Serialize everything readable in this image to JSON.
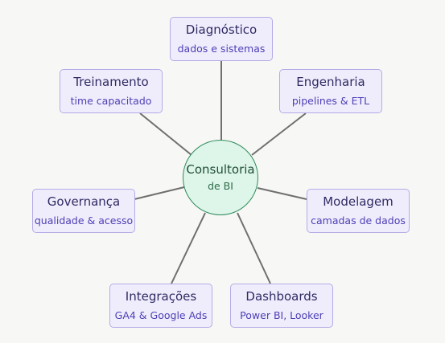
{
  "hub": {
    "title": "Consultoria",
    "subtitle": "de BI"
  },
  "nodes": [
    {
      "id": "diagnostico",
      "title": "Diagnóstico",
      "subtitle": "dados e sistemas"
    },
    {
      "id": "engenharia",
      "title": "Engenharia",
      "subtitle": "pipelines & ETL"
    },
    {
      "id": "modelagem",
      "title": "Modelagem",
      "subtitle": "camadas de dados"
    },
    {
      "id": "dashboards",
      "title": "Dashboards",
      "subtitle": "Power BI, Looker"
    },
    {
      "id": "integracoes",
      "title": "Integrações",
      "subtitle": "GA4 & Google Ads"
    },
    {
      "id": "governanca",
      "title": "Governança",
      "subtitle": "qualidade & acesso"
    },
    {
      "id": "treinamento",
      "title": "Treinamento",
      "subtitle": "time capacitado"
    }
  ],
  "colors": {
    "node_fill": "#efedfc",
    "node_border": "#b3ace6",
    "hub_fill": "#def5e9",
    "hub_border": "#2e8b5b",
    "edge": "#6f6f6f"
  }
}
